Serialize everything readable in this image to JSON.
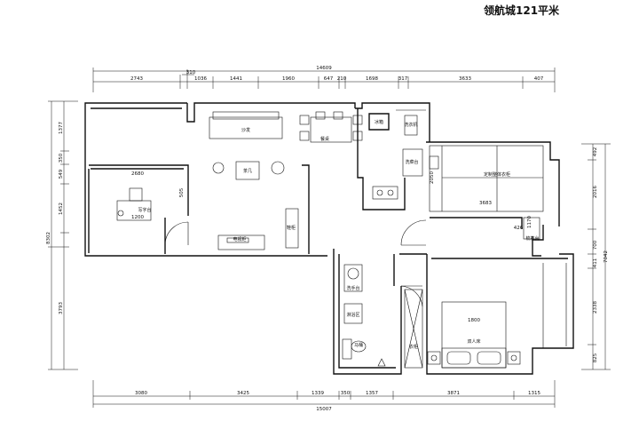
{
  "title": "领航城121平米",
  "dims_top_total": "14609",
  "dims_top_extra": "310",
  "dims_top": [
    "2743",
    "1036",
    "1441",
    "1960",
    "647",
    "210",
    "1698",
    "317",
    "3633",
    "407"
  ],
  "dims_bottom": [
    "3080",
    "3425",
    "1339",
    "350",
    "1357",
    "3871",
    "1315"
  ],
  "dims_bottom_total": "15007",
  "dims_left": [
    "1377",
    "350",
    "549",
    "1452"
  ],
  "dims_left_total": "8302",
  "dims_left_lower": "3793",
  "dims_right": [
    "492",
    "2016",
    "700",
    "411",
    "2338",
    "825"
  ],
  "dims_right_total": "7042",
  "inner_dims": {
    "desk_width": "2680",
    "desk_len": "1200",
    "small_side": "505",
    "wardrobe_width": "3683",
    "wardrobe_depth": "2050",
    "bed_width": "1800",
    "small_a": "426",
    "small_b": "1170"
  },
  "labels": {
    "sofa": "沙发",
    "dining": "餐桌",
    "fridge": "冰箱",
    "wash": "洗衣机",
    "sink": "洗菜台",
    "tea_table": "茶几",
    "desk": "写字台",
    "tv": "电视柜",
    "shoe": "鞋柜",
    "wardrobe": "定制整体衣柜",
    "dresser": "梳妆台",
    "basin": "洗手台",
    "shower": "淋浴区",
    "toilet": "马桶",
    "bed": "双人床",
    "cabinet": "衣柜"
  }
}
